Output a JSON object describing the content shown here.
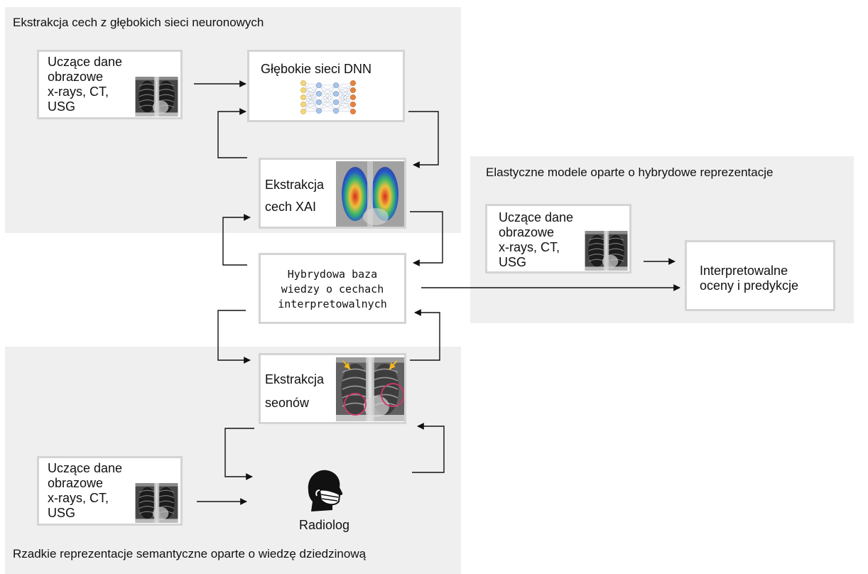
{
  "regions": {
    "feature_extraction": {
      "title": "Ekstrakcja cech z głębokich sieci neuronowych"
    },
    "elastic_models": {
      "title": "Elastyczne modele oparte o hybrydowe reprezentacje"
    },
    "sparse_repr": {
      "title": "Rzadkie reprezentacje semantyczne oparte o wiedzę dziedzinową"
    }
  },
  "nodes": {
    "training_data_top": {
      "lines": [
        "Uczące dane",
        "obrazowe",
        "x-rays, CT,",
        "USG"
      ]
    },
    "dnn": {
      "label": "Głębokie sieci DNN"
    },
    "xai": {
      "lines": [
        "Ekstrakcja",
        "cech XAI"
      ]
    },
    "knowledge_base": {
      "lines": [
        "Hybrydowa baza",
        "wiedzy o cechach",
        "interpretowalnych"
      ]
    },
    "training_data_right": {
      "lines": [
        "Uczące dane",
        "obrazowe",
        "x-rays, CT,",
        "USG"
      ]
    },
    "predictions": {
      "lines": [
        "Interpretowalne",
        "oceny i predykcje"
      ]
    },
    "seons": {
      "lines": [
        "Ekstrakcja",
        "seonów"
      ]
    },
    "training_data_bottom": {
      "lines": [
        "Uczące dane",
        "obrazowe",
        "x-rays, CT,",
        "USG"
      ]
    },
    "radiologist": {
      "label": "Radiolog"
    }
  },
  "colors": {
    "region_bg": "#efefef",
    "box_border": "#d4d4d4",
    "arrow": "#111111",
    "nn_input": "#f5d77a",
    "nn_hidden": "#a9c4e8",
    "nn_output": "#e8823a",
    "annotation_arrow": "#f2b51e",
    "annotation_circle": "#d0386a"
  }
}
